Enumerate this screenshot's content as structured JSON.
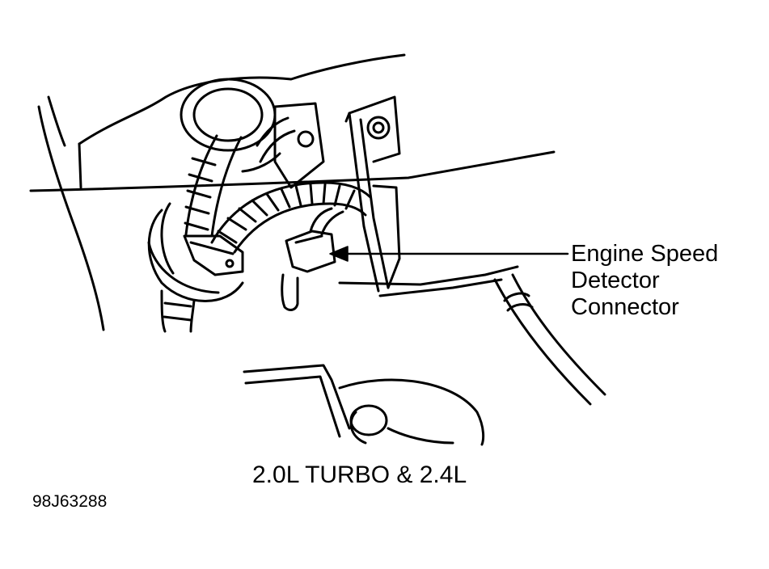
{
  "figure": {
    "callout_lines": [
      "Engine Speed",
      "Detector",
      "Connector"
    ],
    "caption": "2.0L TURBO & 2.4L",
    "figure_id": "98J63288"
  },
  "colors": {
    "ink": "#000000",
    "paper": "#ffffff"
  },
  "icons": {
    "connector": "engine-speed-detector-connector-icon",
    "pointer": "callout-arrow-icon"
  }
}
